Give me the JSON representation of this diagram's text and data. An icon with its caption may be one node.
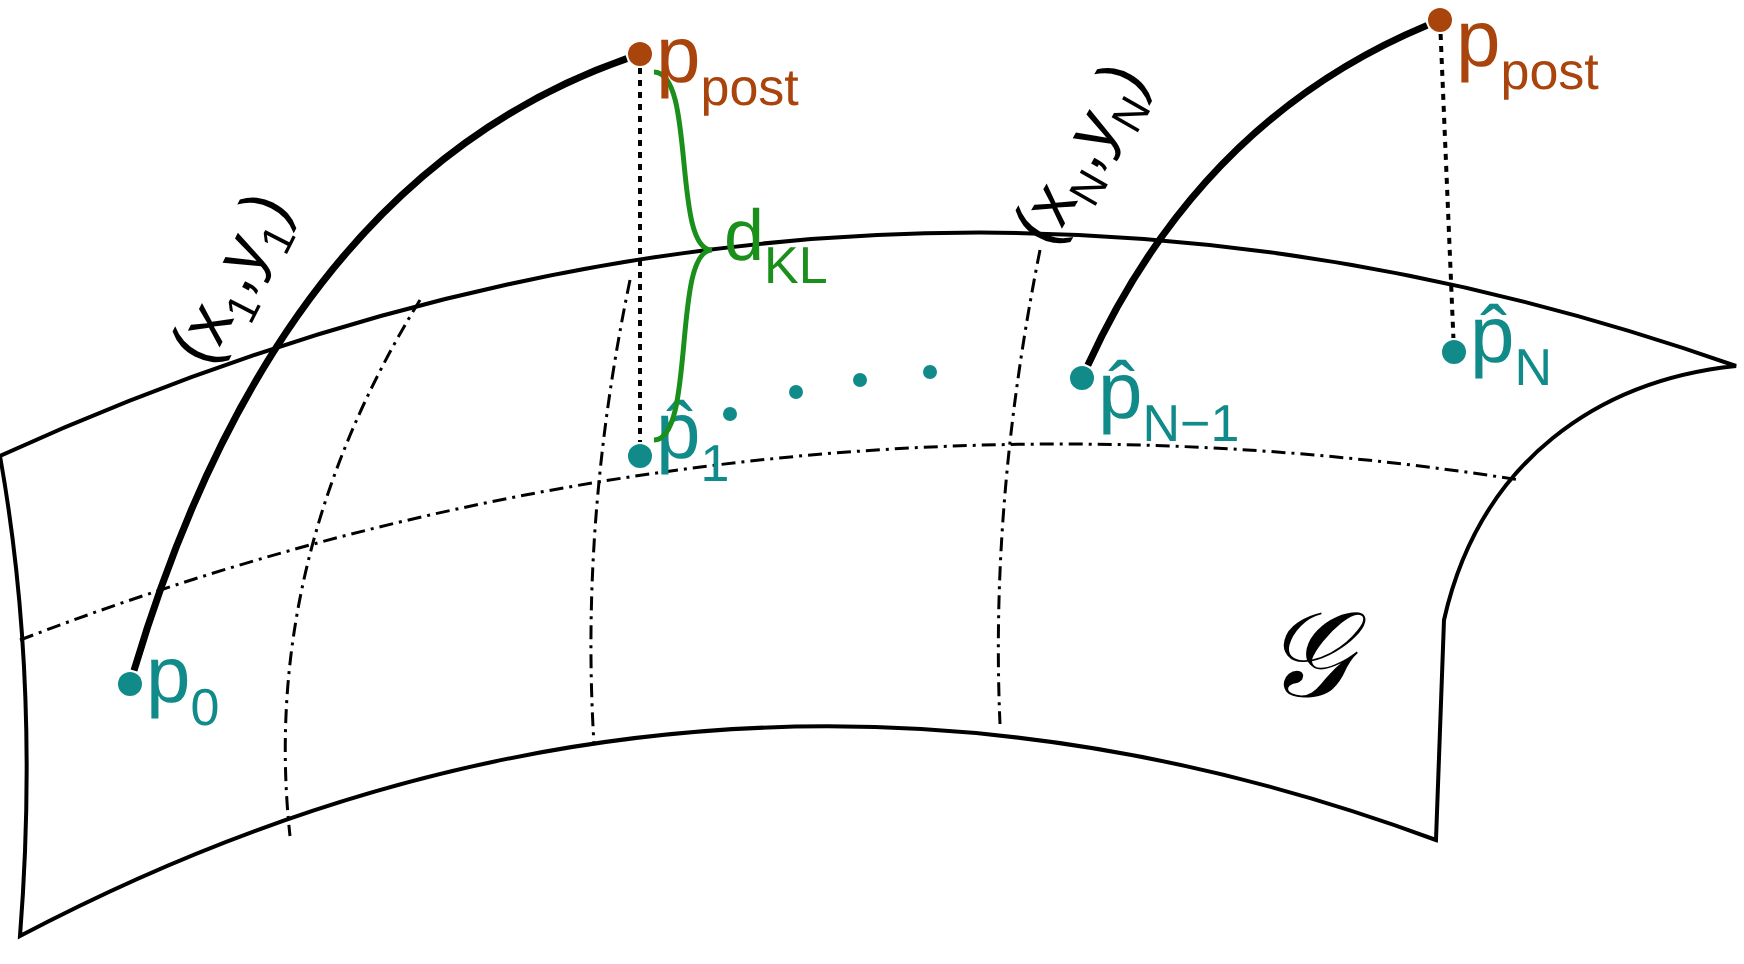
{
  "diagram": {
    "nodes": [
      {
        "text": [
          "𝒢"
        ]
      },
      {
        "text": [
          "p$_{0}$"
        ],
        "in": 0
      },
      {
        "text": [
          "p̂$_{1}$"
        ],
        "in": 0
      },
      {
        "text": [
          "p̂$_{N−1}$"
        ],
        "in": 0
      },
      {
        "text": [
          "p̂$_{N}$"
        ],
        "in": 0
      },
      {
        "text": [
          "p$_{post}$"
        ]
      },
      {
        "text": [
          "p$_{post}$"
        ]
      }
    ],
    "edges": [
      {
        "from": 1,
        "to": 5,
        "arrow": "none",
        "label": "(x$_{1}$,y$_{1}$)"
      },
      {
        "from": 5,
        "to": 2,
        "arrow": "none",
        "style": "dashed"
      },
      {
        "from": 3,
        "to": 6,
        "arrow": "none",
        "label": "(x$_{N}$,y$_{N}$)"
      },
      {
        "from": 6,
        "to": 4,
        "arrow": "none",
        "style": "dashed"
      }
    ],
    "labels": [
      "d$_{KL}$"
    ]
  }
}
